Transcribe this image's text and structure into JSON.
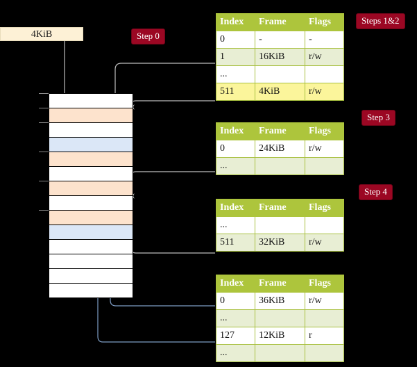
{
  "diagram": {
    "title_visible": false,
    "background": "#000000",
    "accent_badge_color": "#9b0723",
    "table_header_color": "#adc53c",
    "highlight_color": "#fbf59b",
    "frame_used_color": "#fde3cd",
    "frame_table_color": "#dbe7f7"
  },
  "virtual_address": {
    "label": "4KiB"
  },
  "badges": [
    {
      "name": "step-0",
      "label": "Step 0"
    },
    {
      "name": "steps-1-2",
      "label": "Steps 1&2"
    },
    {
      "name": "step-3",
      "label": "Step 3"
    },
    {
      "name": "step-4",
      "label": "Step 4"
    }
  ],
  "memory_column": {
    "rows": [
      {
        "fill": "white"
      },
      {
        "fill": "orange"
      },
      {
        "fill": "white"
      },
      {
        "fill": "blue"
      },
      {
        "fill": "orange"
      },
      {
        "fill": "white"
      },
      {
        "fill": "orange"
      },
      {
        "fill": "white"
      },
      {
        "fill": "orange"
      },
      {
        "fill": "blue"
      },
      {
        "fill": "white"
      },
      {
        "fill": "white"
      },
      {
        "fill": "white"
      },
      {
        "fill": "white"
      }
    ]
  },
  "tables": [
    {
      "name": "page-table-level-4",
      "headers": [
        "Index",
        "Frame",
        "Flags"
      ],
      "rows": [
        {
          "cells": [
            "0",
            "-",
            "-"
          ],
          "band": "odd",
          "highlight": []
        },
        {
          "cells": [
            "1",
            "16KiB",
            "r/w"
          ],
          "band": "even",
          "highlight": []
        },
        {
          "cells": [
            "...",
            "",
            ""
          ],
          "band": "odd",
          "highlight": []
        },
        {
          "cells": [
            "511",
            "4KiB",
            "r/w"
          ],
          "band": "even",
          "highlight": [
            0,
            1,
            2
          ]
        }
      ]
    },
    {
      "name": "page-table-level-3",
      "headers": [
        "Index",
        "Frame",
        "Flags"
      ],
      "rows": [
        {
          "cells": [
            "0",
            "24KiB",
            "r/w"
          ],
          "band": "odd",
          "highlight": []
        },
        {
          "cells": [
            "...",
            "",
            ""
          ],
          "band": "even",
          "highlight": []
        }
      ]
    },
    {
      "name": "page-table-level-2",
      "headers": [
        "Index",
        "Frame",
        "Flags"
      ],
      "rows": [
        {
          "cells": [
            "...",
            "",
            ""
          ],
          "band": "odd",
          "highlight": []
        },
        {
          "cells": [
            "511",
            "32KiB",
            "r/w"
          ],
          "band": "even",
          "highlight": []
        }
      ]
    },
    {
      "name": "page-table-level-1",
      "headers": [
        "Index",
        "Frame",
        "Flags"
      ],
      "rows": [
        {
          "cells": [
            "0",
            "36KiB",
            "r/w"
          ],
          "band": "odd",
          "highlight": []
        },
        {
          "cells": [
            "...",
            "",
            ""
          ],
          "band": "even",
          "highlight": []
        },
        {
          "cells": [
            "127",
            "12KiB",
            "r"
          ],
          "band": "odd",
          "highlight": []
        },
        {
          "cells": [
            "...",
            "",
            ""
          ],
          "band": "even",
          "highlight": []
        }
      ]
    }
  ]
}
